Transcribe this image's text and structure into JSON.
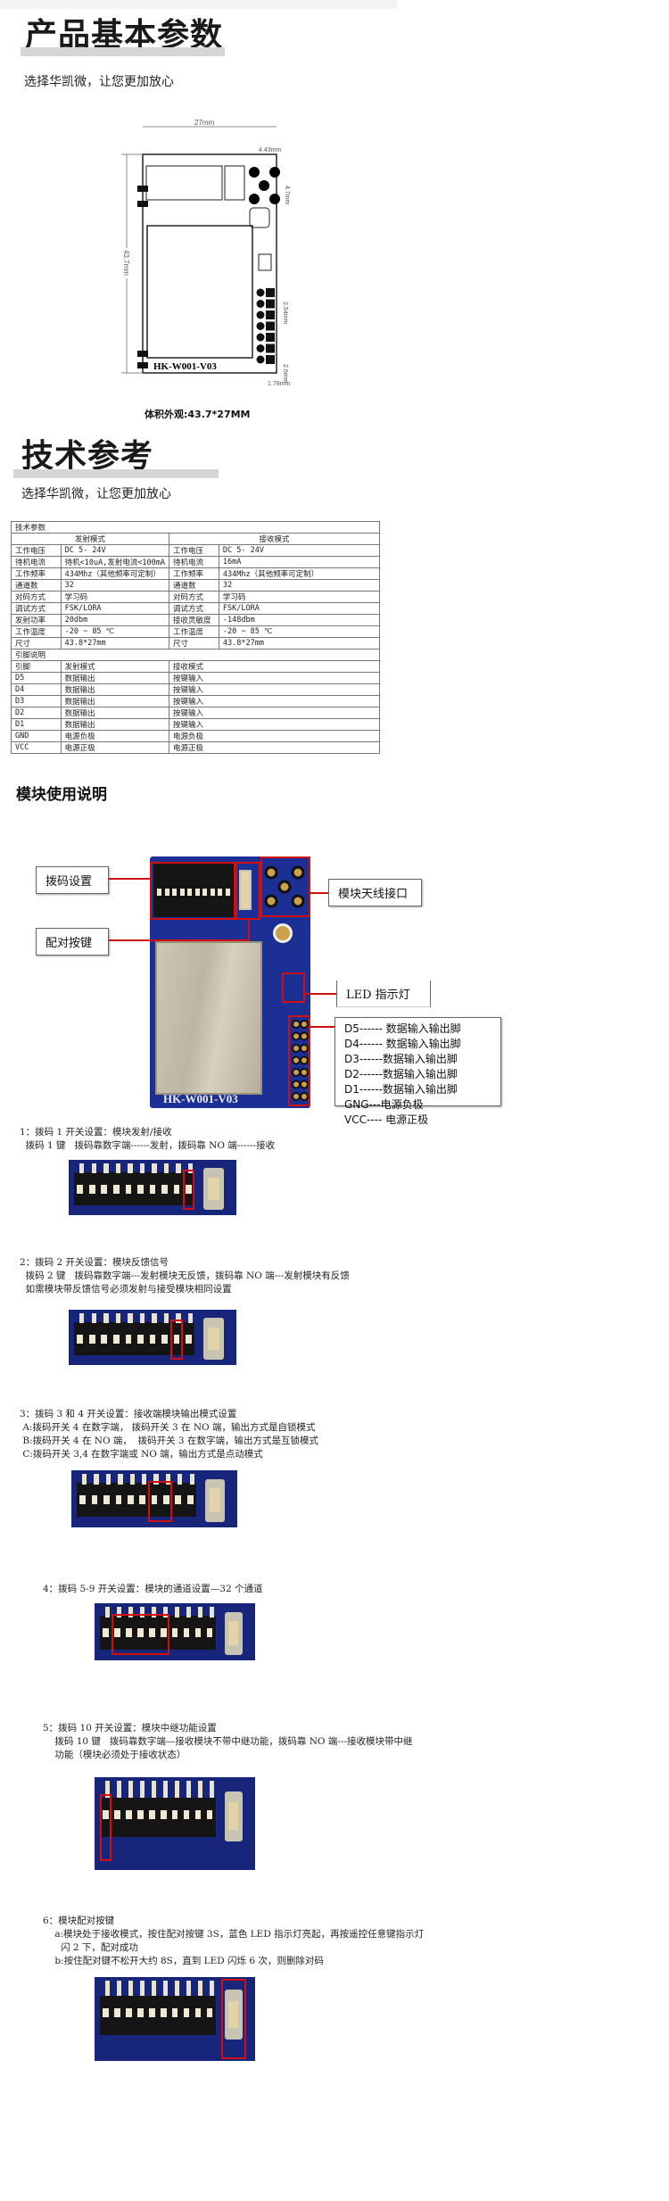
{
  "section1": {
    "title": "产品基本参数",
    "subtitle": "选择华凯微，让您更加放心"
  },
  "dimension_drawing": {
    "width_label": "27mm",
    "height_label": "43.7mm",
    "label_443": "4.43mm",
    "label_47": "4.7mm",
    "label_254": "2.54mm",
    "label_26": "2.6mm",
    "label_178": "1.78mm",
    "model": "HK-W001-V03",
    "caption": "体积外观:43.7*27MM"
  },
  "section2": {
    "title": "技术参考",
    "subtitle": "选择华凯微，让您更加放心"
  },
  "spec_table": {
    "title": "技术参数",
    "mode_headers": [
      "发射模式",
      "接收模式"
    ],
    "rows": [
      [
        "工作电压",
        "DC 5- 24V",
        "工作电压",
        "DC 5- 24V"
      ],
      [
        "待机电流",
        "待机<10uA,发射电流<100mA",
        "待机电流",
        "16mA"
      ],
      [
        "工作频率",
        "434Mhz（其他频率可定制）",
        "工作频率",
        "434Mhz（其他频率可定制）"
      ],
      [
        "通道数",
        "32",
        "通道数",
        "32"
      ],
      [
        "对码方式",
        "学习码",
        "对码方式",
        "学习码"
      ],
      [
        "调试方式",
        "FSK/LORA",
        "调试方式",
        "FSK/LORA"
      ],
      [
        "发射功率",
        "20dbm",
        "接收灵敏度",
        "-148dbm"
      ],
      [
        "工作温度",
        "-20 ~ 85 ℃",
        "工作温度",
        "-20 ~ 85 ℃"
      ],
      [
        "尺寸",
        "43.8*27mm",
        "尺寸",
        "43.8*27mm"
      ]
    ],
    "pin_title": "引脚说明",
    "pin_header": [
      "引脚",
      "发射模式",
      "接收模式"
    ],
    "pins": [
      [
        "D5",
        "数据输出",
        "按键输入"
      ],
      [
        "D4",
        "数据输出",
        "按键输入"
      ],
      [
        "D3",
        "数据输出",
        "按键输入"
      ],
      [
        "D2",
        "数据输出",
        "按键输入"
      ],
      [
        "D1",
        "数据输出",
        "按键输入"
      ],
      [
        "GND",
        "电源负极",
        "电源负极"
      ],
      [
        "VCC",
        "电源正极",
        "电源正极"
      ]
    ]
  },
  "usage": {
    "title": "模块使用说明",
    "labels": {
      "dip": "拨码设置",
      "pair": "配对按键",
      "antenna": "模块天线接口",
      "led": "LED 指示灯"
    },
    "board_model": "HK-W001-V03",
    "pin_list": [
      "D5------ 数据输入输出脚",
      "D4------ 数据输入输出脚",
      "D3------数据输入输出脚",
      "D2------数据输入输出脚",
      "D1------数据输入输出脚",
      "GNG---电源负极",
      "VCC---- 电源正极"
    ]
  },
  "steps": [
    {
      "lines": [
        "1：拨码 1 开关设置：模块发射/接收",
        "  拨码 1 键   拨码靠数字端------发射，拨码靠 NO 端------接收"
      ],
      "highlight": [
        1
      ]
    },
    {
      "lines": [
        "2：拨码 2 开关设置：模块反馈信号",
        "  拨码 2 键   拨码靠数字端---发射模块无反馈，拨码靠 NO 端---发射模块有反馈",
        "  如需模块带反馈信号必须发射与接受模块相同设置"
      ],
      "highlight": [
        2
      ]
    },
    {
      "lines": [
        "3：拨码 3 和 4 开关设置：接收端模块输出模式设置",
        " A:拨码开关 4 在数字端， 拨码开关 3 在 NO 端，输出方式是自锁模式",
        " B:拨码开关 4 在 NO 端，  拨码开关 3 在数字端，输出方式是互锁模式",
        " C:拨码开关 3,4 在数字端或 NO 端，输出方式是点动模式"
      ],
      "highlight": [
        3,
        4
      ]
    },
    {
      "lines": [
        "4：拨码 5-9 开关设置：模块的通道设置—32 个通道"
      ],
      "highlight": [
        5,
        6,
        7,
        8,
        9
      ]
    },
    {
      "lines": [
        "5：拨码 10 开关设置：模块中继功能设置",
        "    拨码 10 键   拨码靠数字端—接收模块不带中继功能，拨码靠 NO 端---接收模块带中继",
        "    功能（模块必须处于接收状态）"
      ],
      "highlight": [
        10
      ]
    },
    {
      "lines": [
        "6：模块配对按键",
        "    a:模块处于接收模式，按住配对按键 3S，蓝色 LED 指示灯亮起，再按遥控任意键指示灯",
        "      闪 2 下，配对成功",
        "    b:按住配对键不松开大约 8S，直到 LED 闪烁 6 次，则删除对码"
      ],
      "highlight": [
        "button"
      ]
    }
  ],
  "colors": {
    "highlight": "#d01010",
    "pcb": "#1b2f95",
    "bar": "#d6d6d6"
  }
}
